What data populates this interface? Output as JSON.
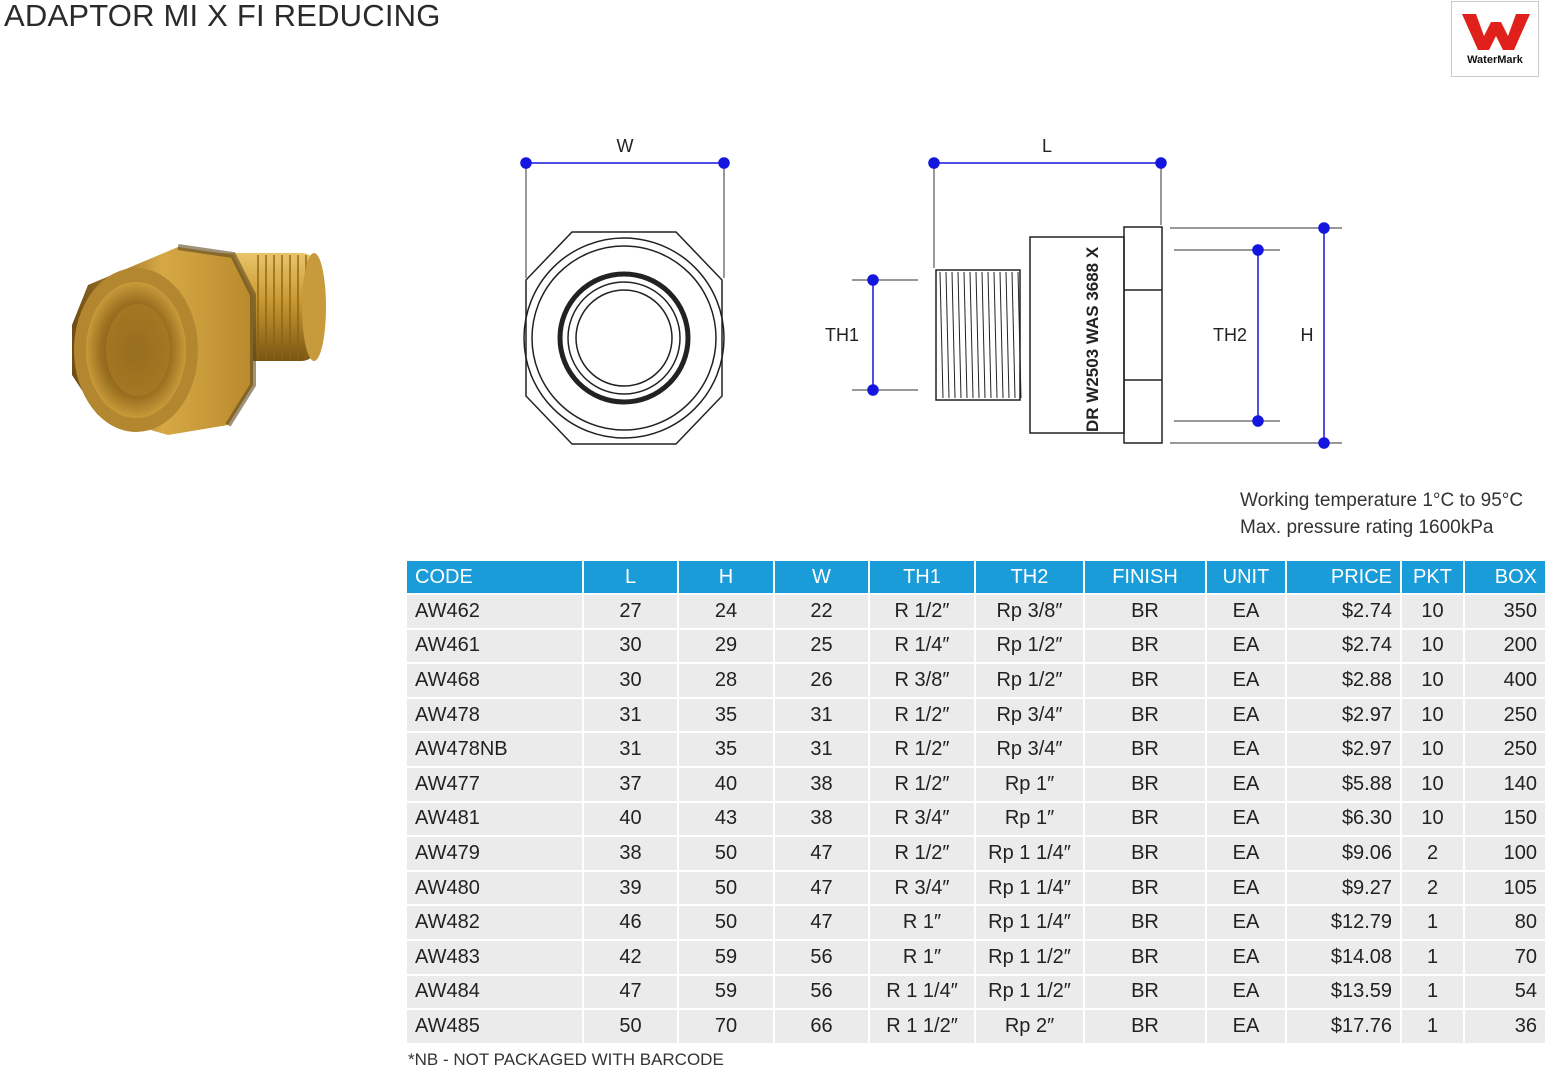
{
  "title": "ADAPTOR MI X FI REDUCING",
  "logo": {
    "label": "WaterMark",
    "color": "#e0201b"
  },
  "drawing": {
    "dims": {
      "w": "W",
      "l": "L",
      "h": "H",
      "th1": "TH1",
      "th2": "TH2"
    },
    "marking": "DR W2503 WAS 3688 X",
    "dim_color": "#1515e0"
  },
  "specs": {
    "temperature": "Working temperature 1°C to 95°C",
    "pressure": "Max. pressure rating 1600kPa"
  },
  "table": {
    "header_color": "#1a9cd8",
    "columns": [
      "CODE",
      "L",
      "H",
      "W",
      "TH1",
      "TH2",
      "FINISH",
      "UNIT",
      "PRICE",
      "PKT",
      "BOX"
    ],
    "rows": [
      [
        "AW462",
        "27",
        "24",
        "22",
        "R 1/2″",
        "Rp 3/8″",
        "BR",
        "EA",
        "$2.74",
        "10",
        "350"
      ],
      [
        "AW461",
        "30",
        "29",
        "25",
        "R 1/4″",
        "Rp 1/2″",
        "BR",
        "EA",
        "$2.74",
        "10",
        "200"
      ],
      [
        "AW468",
        "30",
        "28",
        "26",
        "R 3/8″",
        "Rp 1/2″",
        "BR",
        "EA",
        "$2.88",
        "10",
        "400"
      ],
      [
        "AW478",
        "31",
        "35",
        "31",
        "R 1/2″",
        "Rp 3/4″",
        "BR",
        "EA",
        "$2.97",
        "10",
        "250"
      ],
      [
        "AW478NB",
        "31",
        "35",
        "31",
        "R 1/2″",
        "Rp 3/4″",
        "BR",
        "EA",
        "$2.97",
        "10",
        "250"
      ],
      [
        "AW477",
        "37",
        "40",
        "38",
        "R 1/2″",
        "Rp 1″",
        "BR",
        "EA",
        "$5.88",
        "10",
        "140"
      ],
      [
        "AW481",
        "40",
        "43",
        "38",
        "R 3/4″",
        "Rp 1″",
        "BR",
        "EA",
        "$6.30",
        "10",
        "150"
      ],
      [
        "AW479",
        "38",
        "50",
        "47",
        "R 1/2″",
        "Rp 1 1/4″",
        "BR",
        "EA",
        "$9.06",
        "2",
        "100"
      ],
      [
        "AW480",
        "39",
        "50",
        "47",
        "R 3/4″",
        "Rp 1 1/4″",
        "BR",
        "EA",
        "$9.27",
        "2",
        "105"
      ],
      [
        "AW482",
        "46",
        "50",
        "47",
        "R 1″",
        "Rp 1 1/4″",
        "BR",
        "EA",
        "$12.79",
        "1",
        "80"
      ],
      [
        "AW483",
        "42",
        "59",
        "56",
        "R 1″",
        "Rp 1 1/2″",
        "BR",
        "EA",
        "$14.08",
        "1",
        "70"
      ],
      [
        "AW484",
        "47",
        "59",
        "56",
        "R 1 1/4″",
        "Rp 1 1/2″",
        "BR",
        "EA",
        "$13.59",
        "1",
        "54"
      ],
      [
        "AW485",
        "50",
        "70",
        "66",
        "R 1 1/2″",
        "Rp 2″",
        "BR",
        "EA",
        "$17.76",
        "1",
        "36"
      ]
    ]
  },
  "footnote": "*NB - NOT PACKAGED WITH BARCODE"
}
